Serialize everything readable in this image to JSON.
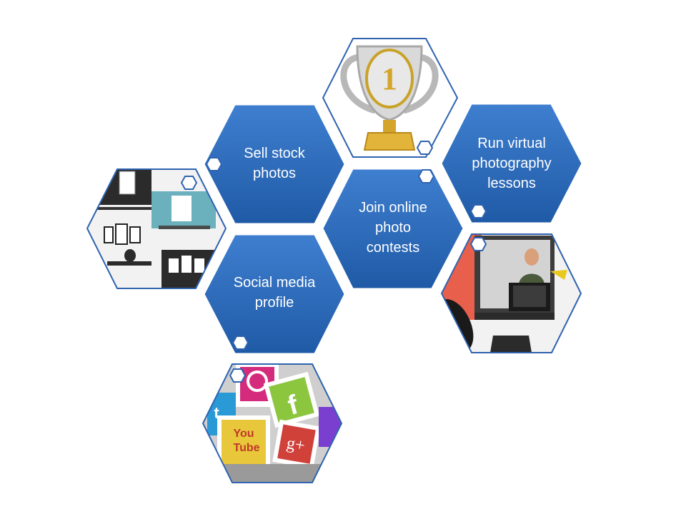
{
  "colors": {
    "hex_fill_top": "#3f7fd0",
    "hex_fill_bottom": "#1f5aa6",
    "hex_outline": "#2f63b0",
    "text": "#ffffff"
  },
  "labels": {
    "sell_stock": "Sell stock\nphotos",
    "run_virtual": "Run virtual\nphotography\nlessons",
    "join_contests": "Join online\nphoto\ncontests",
    "social_media": "Social media\nprofile"
  },
  "images": {
    "trophy": {
      "icon": "trophy-icon",
      "caption": "1"
    },
    "frames": {
      "icon": "picture-frames-icon"
    },
    "webcam": {
      "icon": "video-lesson-icon"
    },
    "social": {
      "icon": "social-media-logos-icon",
      "logos": [
        "Pinterest",
        "f",
        "You",
        "Tube",
        "g+",
        "t"
      ]
    }
  }
}
